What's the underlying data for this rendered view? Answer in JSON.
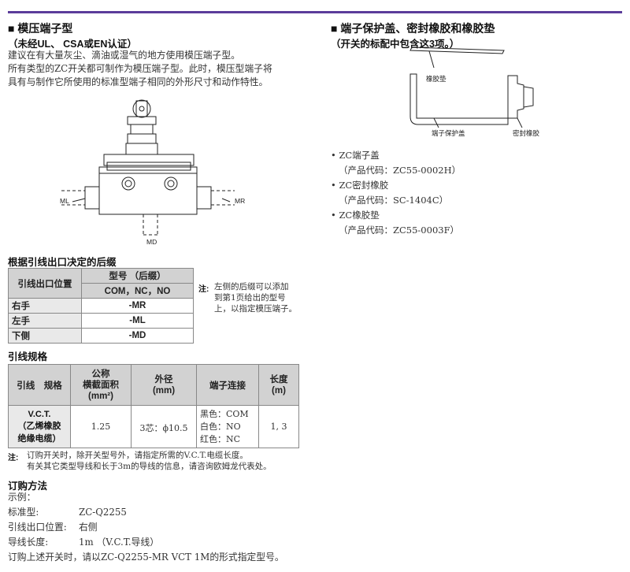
{
  "left": {
    "title": "■ 模压端子型",
    "subtitle": "（未经UL、 CSA或EN认证）",
    "paragraph": [
      "建议在有大量灰尘、滴油或湿气的地方使用模压端子型。",
      "所有类型的ZC开关都可制作为模压端子型。此时，模压型端子将",
      "具有与制作它所使用的标准型端子相同的外形尺寸和动作特性。"
    ],
    "diagram_labels": {
      "ml": "ML",
      "mr": "MR",
      "md": "MD"
    },
    "suffix_section": {
      "title": "根据引线出口决定的后缀",
      "header_left": "引线出口位置",
      "header_right_top": "型号 （后缀）",
      "header_right_bottom": "COM，NC，NO",
      "rows": [
        {
          "pos": "右手",
          "suffix": "-MR"
        },
        {
          "pos": "左手",
          "suffix": "-ML"
        },
        {
          "pos": "下侧",
          "suffix": "-MD"
        }
      ],
      "note_label": "注:",
      "note_lines": [
        "左侧的后缀可以添加",
        "到第1页给出的型号",
        "上，以指定模压端子。"
      ]
    },
    "wire_section": {
      "title": "引线规格",
      "headers": [
        "引线　规格",
        "公称\n横截面积\n(mm²)",
        "外径\n(mm)",
        "端子连接",
        "长度\n(m)"
      ],
      "row_head": [
        "V.C.T.",
        "（乙烯橡胶",
        "绝缘电缆）"
      ],
      "area": "1.25",
      "diameter": "3芯：ϕ10.5",
      "terminals": [
        "黑色：COM",
        "白色：NO",
        "红色：NC"
      ],
      "length": "1, 3",
      "note_label": "注:",
      "note_lines": [
        "订购开关时，除开关型号外，请指定所需的V.C.T.电缆长度。",
        "有关其它类型导线和长于3m的导线的信息，请咨询欧姆龙代表处。"
      ]
    },
    "order_section": {
      "title": "订购方法",
      "example_label": "示例：",
      "standard_label": "标准型:",
      "standard_value": "ZC-Q2255",
      "exit_label": "引线出口位置:",
      "exit_value": "右侧",
      "length_label": "导线长度:",
      "length_value": "1m （V.C.T.导线）",
      "final_line": "订购上述开关时，请以ZC-Q2255-MR VCT 1M的形式指定型号。"
    }
  },
  "right": {
    "title": "■ 端子保护盖、密封橡胶和橡胶垫",
    "subtitle": "（开关的标配中包含这3项。）",
    "diagram_labels": {
      "gasket": "橡胶垫",
      "cover": "端子保护盖",
      "seal": "密封橡胶"
    },
    "items": [
      {
        "name": "• ZC端子盖",
        "code": "（产品代码：ZC55-0002H）"
      },
      {
        "name": "• ZC密封橡胶",
        "code": "（产品代码：SC-1404C）"
      },
      {
        "name": "• ZC橡胶垫",
        "code": "（产品代码：ZC55-0003F）"
      }
    ]
  }
}
